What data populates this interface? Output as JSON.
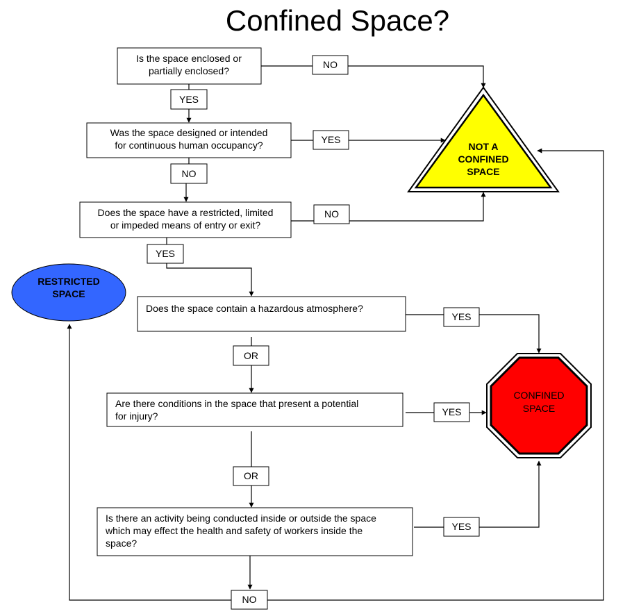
{
  "title": "Confined Space?",
  "questions": {
    "q1": [
      "Is the space enclosed or",
      "partially enclosed?"
    ],
    "q2": [
      "Was the space designed or intended",
      "for continuous human occupancy?"
    ],
    "q3": [
      "Does the space have a restricted, limited",
      "or impeded means of entry or exit?"
    ],
    "q4": [
      "Does the space contain a hazardous atmosphere?"
    ],
    "q5": [
      "Are there conditions in the space that present a potential",
      "for injury?"
    ],
    "q6": [
      "Is there an activity being conducted inside or outside the space",
      "which may effect the health and safety of workers inside the",
      "space?"
    ]
  },
  "labels": {
    "q1_no": "NO",
    "q1_yes": "YES",
    "q2_yes": "YES",
    "q2_no": "NO",
    "q3_no": "NO",
    "q3_yes": "YES",
    "q4_yes": "YES",
    "or1": "OR",
    "q5_yes": "YES",
    "or2": "OR",
    "q6_yes": "YES",
    "final_no": "NO"
  },
  "outcomes": {
    "not_confined": {
      "lines": [
        "NOT A",
        "CONFINED",
        "SPACE"
      ],
      "fill": "#ffff00"
    },
    "restricted": {
      "lines": [
        "RESTRICTED",
        "SPACE"
      ],
      "fill": "#3366ff"
    },
    "confined": {
      "lines": [
        "CONFINED",
        "SPACE"
      ],
      "fill": "#ff0000"
    }
  }
}
